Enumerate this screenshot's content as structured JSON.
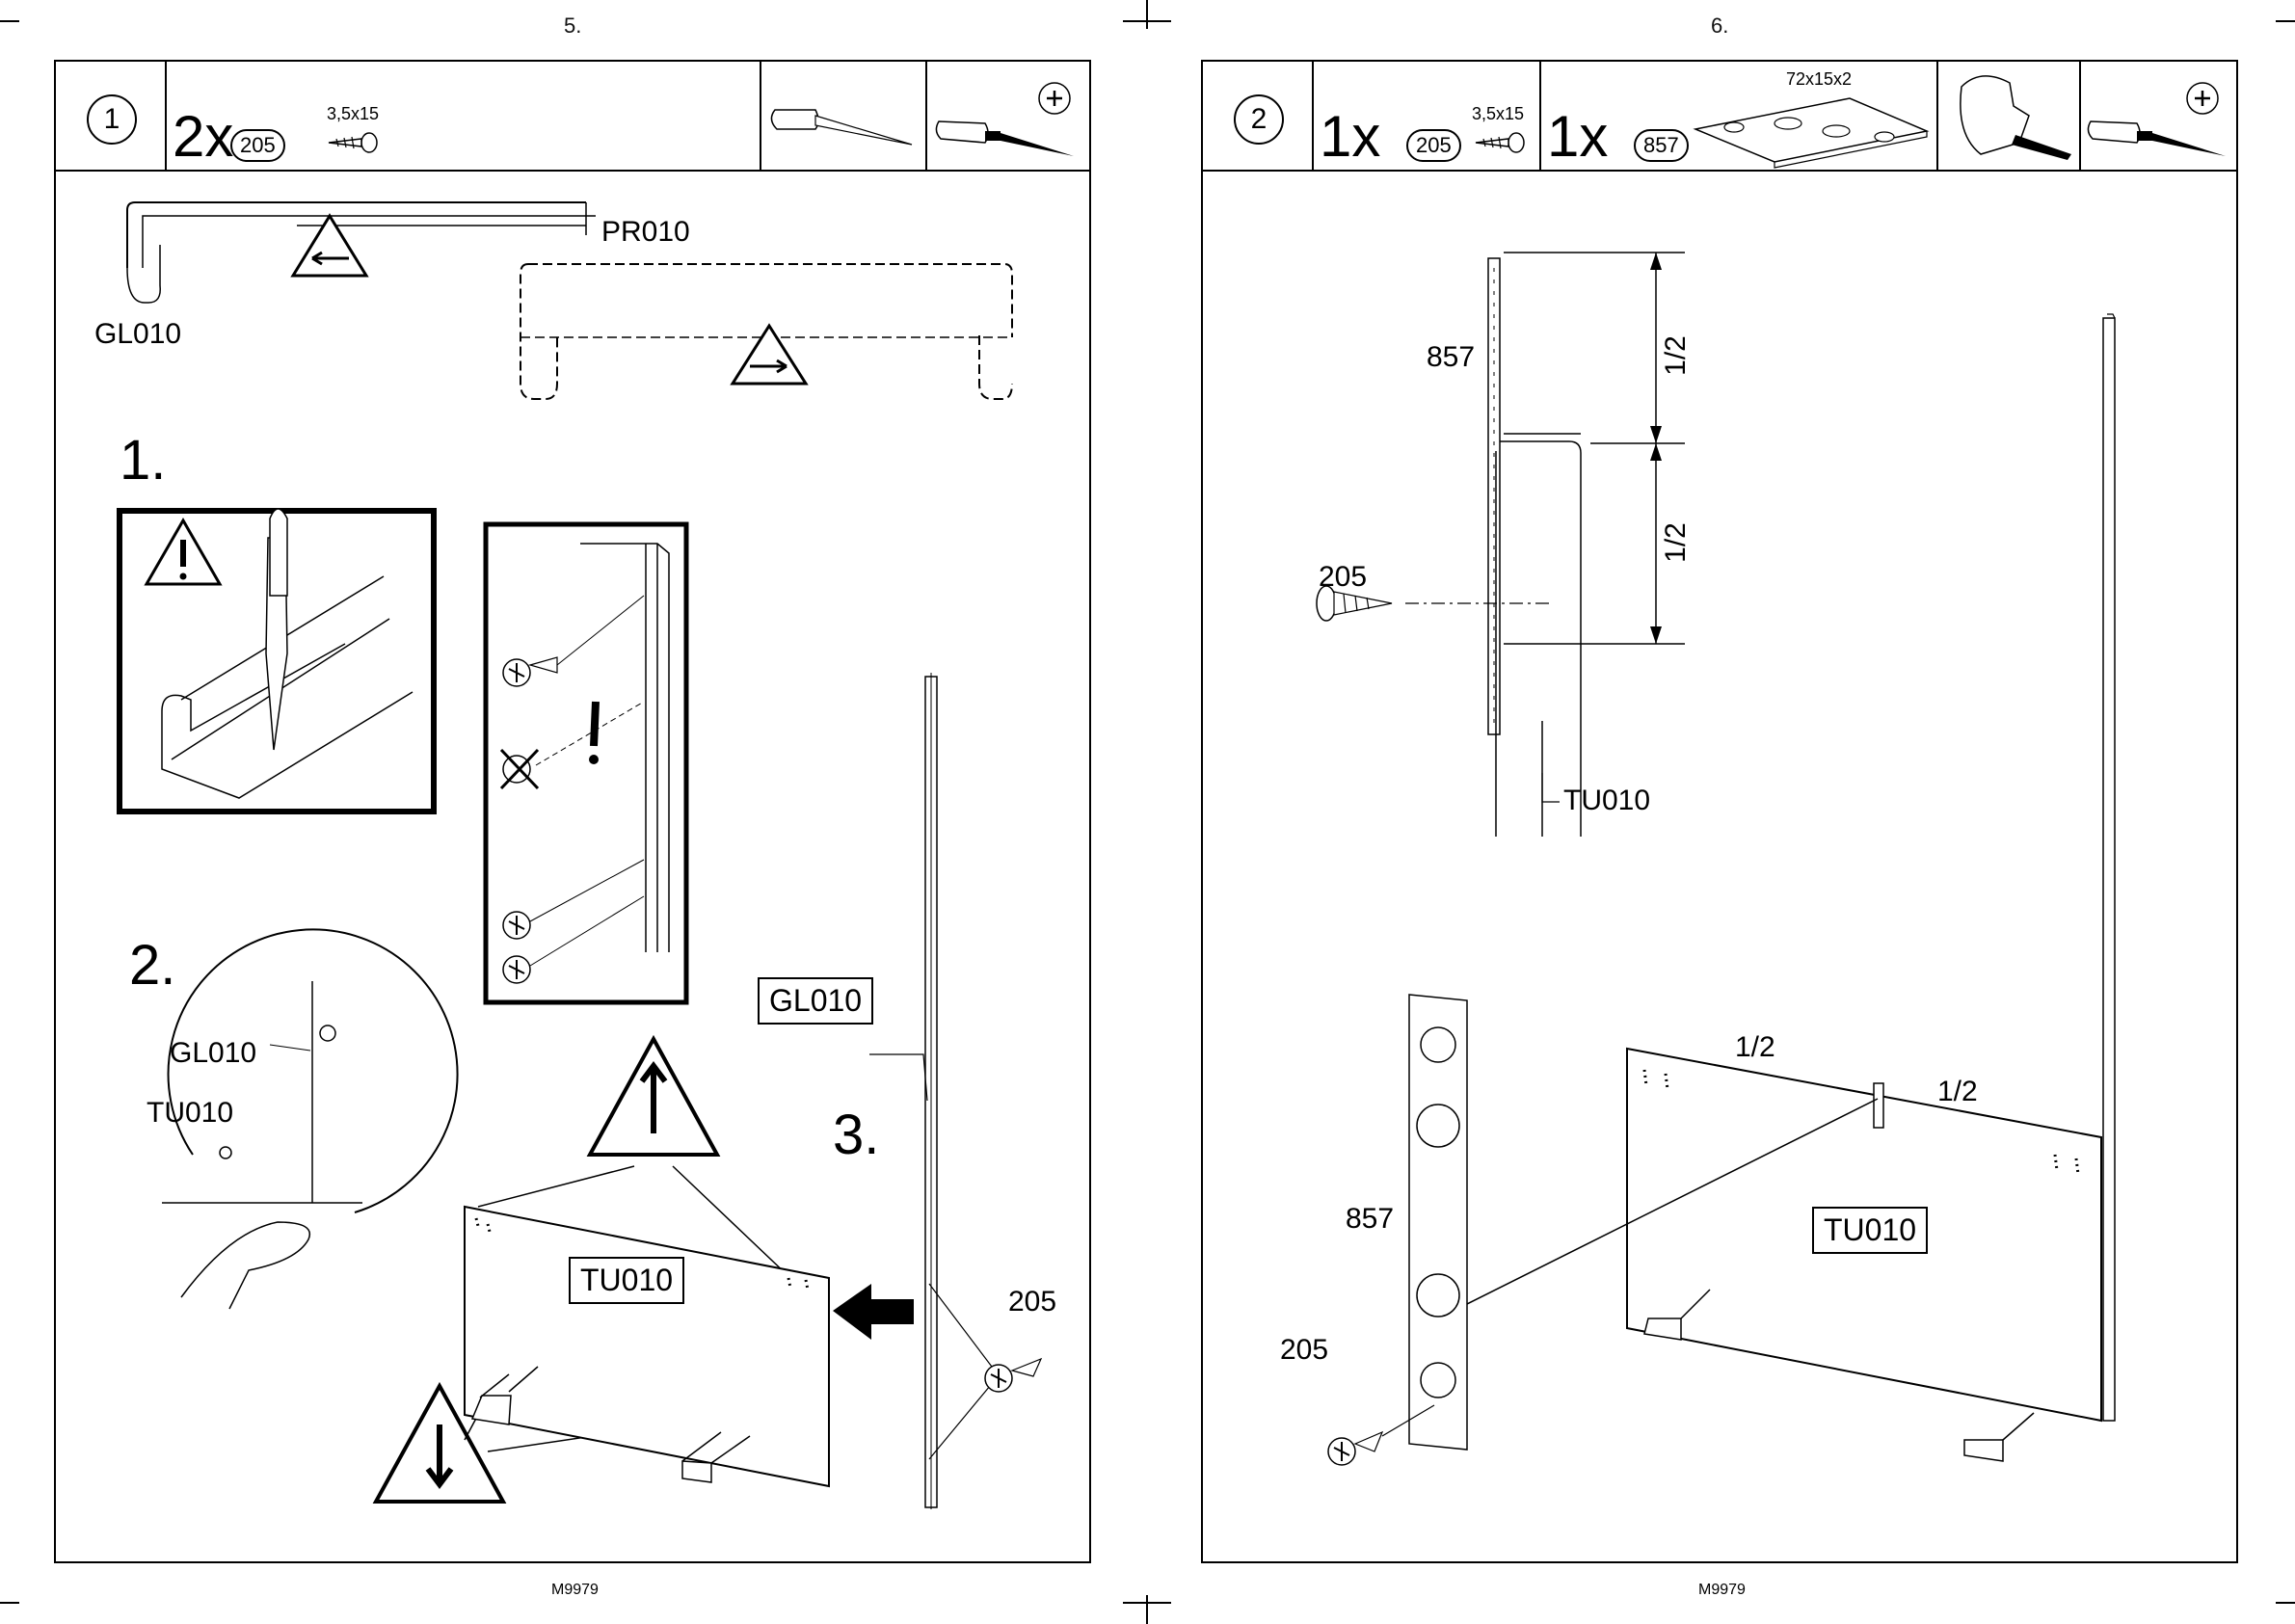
{
  "left_page": {
    "page_number": "5.",
    "step_number": "1",
    "quantity": "2x",
    "part_code": "205",
    "screw_size": "3,5x15",
    "labels": {
      "pr010": "PR010",
      "gl010_top": "GL010",
      "step1": "1.",
      "step2": "2.",
      "step3": "3.",
      "gl010_circle": "GL010",
      "tu010_circle": "TU010",
      "gl010_box": "GL010",
      "tu010_box": "TU010",
      "screw_205": "205"
    },
    "footer": "M9979"
  },
  "right_page": {
    "page_number": "6.",
    "step_number": "2",
    "quantity_1": "1x",
    "part_code_1": "205",
    "screw_size": "3,5x15",
    "quantity_2": "1x",
    "part_code_2": "857",
    "plate_size": "72x15x2",
    "labels": {
      "p857_top": "857",
      "half_1": "1/2",
      "half_2": "1/2",
      "screw_205_top": "205",
      "tu010_top": "TU010",
      "half_3": "1/2",
      "half_4": "1/2",
      "tu010_box": "TU010",
      "p857_bottom": "857",
      "screw_205_bottom": "205"
    },
    "footer": "M9979"
  }
}
